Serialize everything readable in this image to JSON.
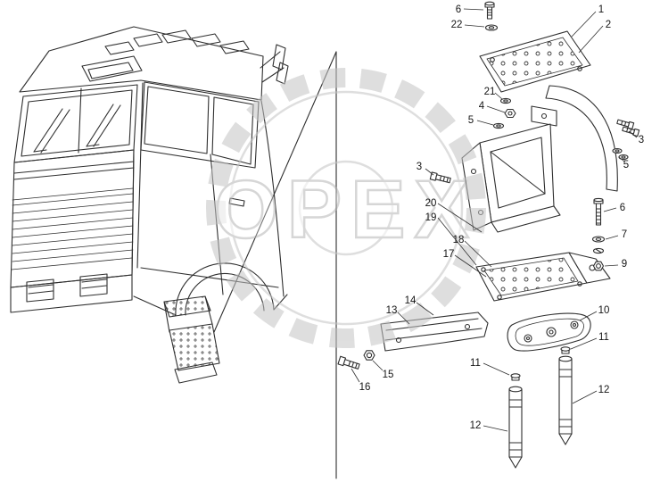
{
  "watermark": {
    "text": "OPEX",
    "color": "#c4c4c4"
  },
  "colors": {
    "background": "#ffffff",
    "ink": "#2f2f2f",
    "watermark": "#c4c4c4"
  },
  "callouts": [
    {
      "label": "6"
    },
    {
      "label": "22"
    },
    {
      "label": "1"
    },
    {
      "label": "2"
    },
    {
      "label": "21"
    },
    {
      "label": "4"
    },
    {
      "label": "5"
    },
    {
      "label": "3"
    },
    {
      "label": "5"
    },
    {
      "label": "3"
    },
    {
      "label": "20"
    },
    {
      "label": "19"
    },
    {
      "label": "18"
    },
    {
      "label": "17"
    },
    {
      "label": "6"
    },
    {
      "label": "7"
    },
    {
      "label": "9"
    },
    {
      "label": "10"
    },
    {
      "label": "11"
    },
    {
      "label": "12"
    },
    {
      "label": "11"
    },
    {
      "label": "12"
    },
    {
      "label": "13"
    },
    {
      "label": "14"
    },
    {
      "label": "15"
    },
    {
      "label": "16"
    }
  ]
}
